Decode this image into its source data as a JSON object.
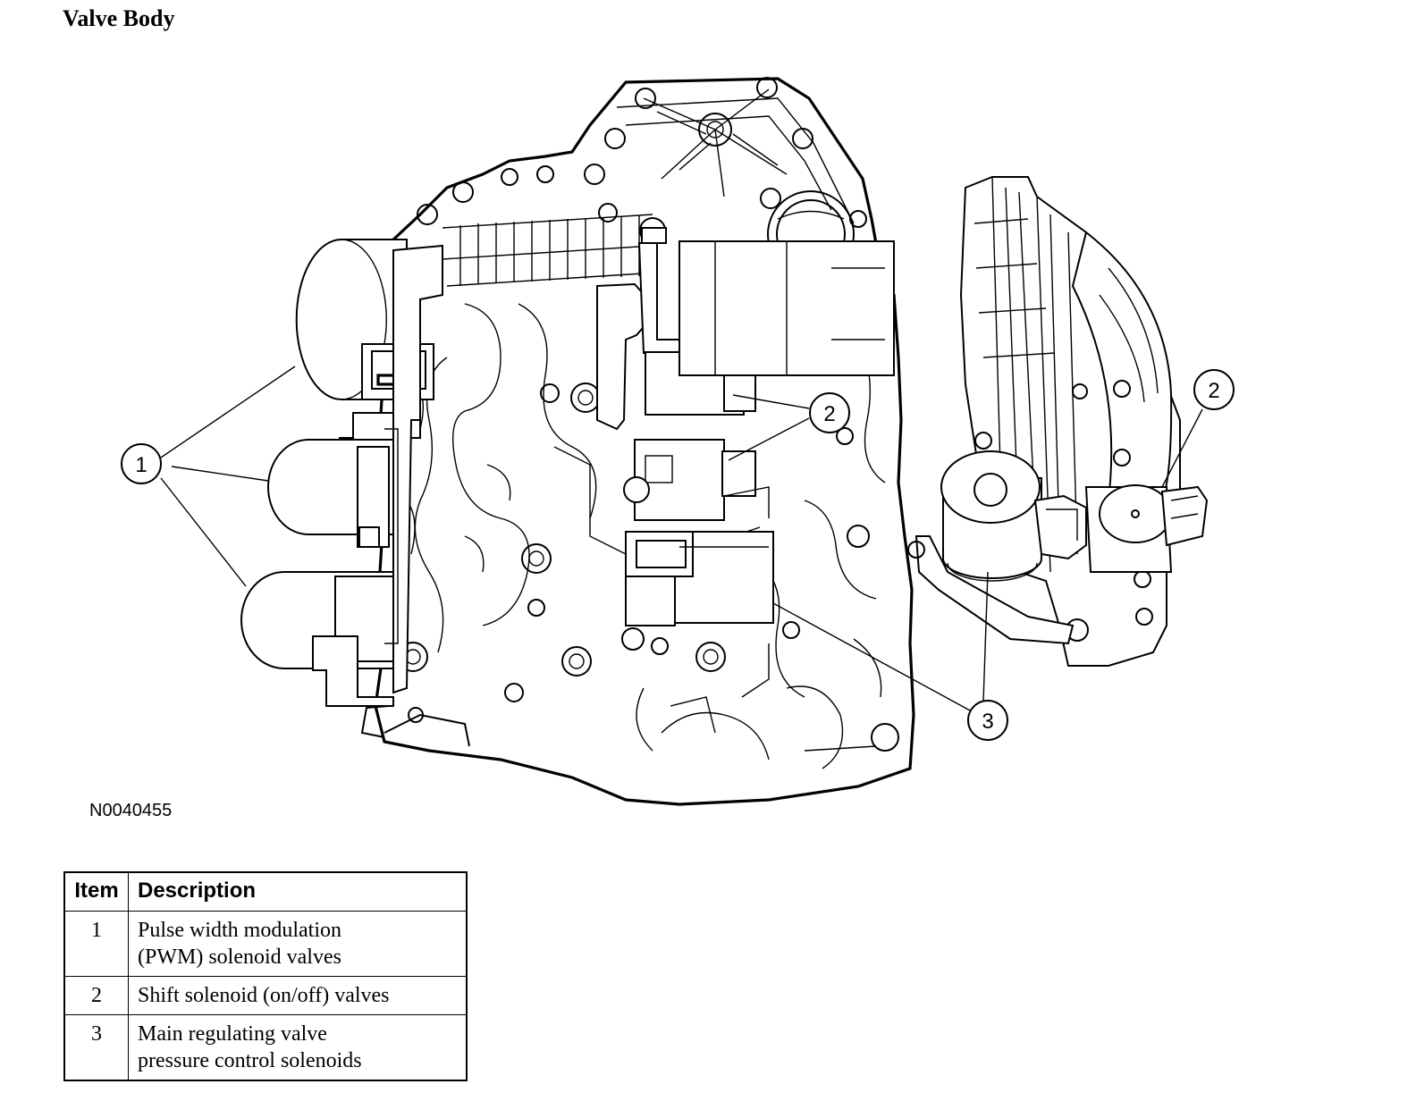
{
  "title": "Valve Body",
  "figure_id": "N0040455",
  "callouts": [
    "1",
    "2",
    "2",
    "3"
  ],
  "legend": {
    "headers": {
      "item": "Item",
      "description": "Description"
    },
    "rows": [
      {
        "item": "1",
        "line1": "Pulse width modulation",
        "line2": "(PWM) solenoid valves"
      },
      {
        "item": "2",
        "line1": "Shift solenoid (on/off) valves",
        "line2": ""
      },
      {
        "item": "3",
        "line1": "Main regulating valve",
        "line2": "pressure control solenoids"
      }
    ]
  }
}
